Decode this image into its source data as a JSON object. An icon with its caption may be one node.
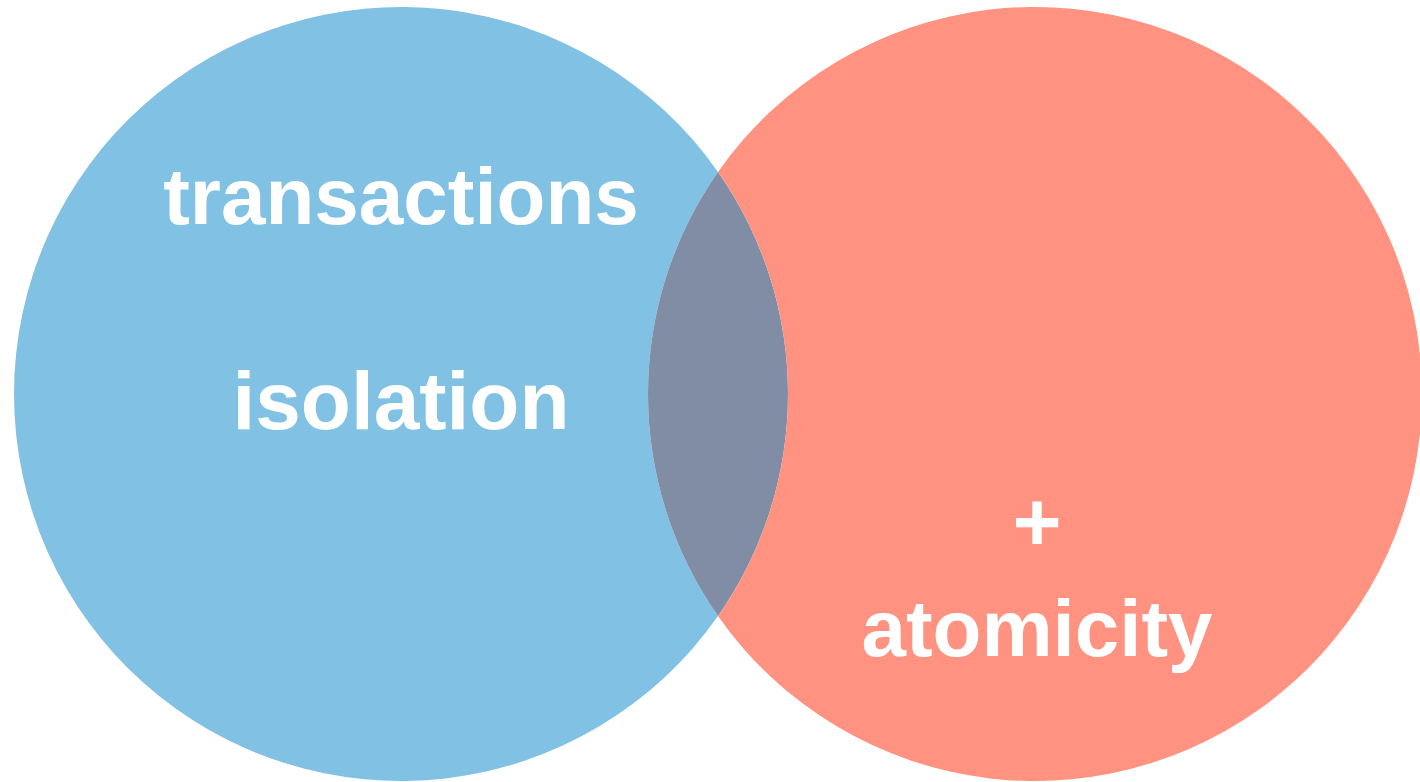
{
  "diagram": {
    "nodes": [
      {
        "text": [
          "transactions",
          "isolation"
        ]
      },
      {
        "text": [],
        "shape": "lens"
      },
      {
        "text": [
          "+",
          "atomicity"
        ]
      }
    ],
    "edges": []
  }
}
